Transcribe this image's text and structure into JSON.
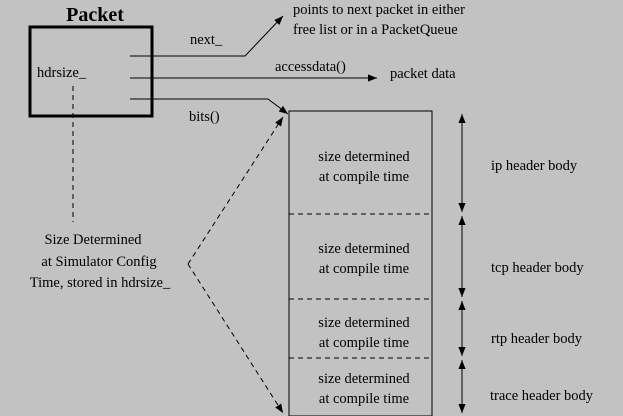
{
  "packet": {
    "title": "Packet",
    "field": "hdrsize_"
  },
  "pointers": {
    "next_label": "next_",
    "next_note_line1": "points to next packet in either",
    "next_note_line2": "free list or in a PacketQueue",
    "accessdata_label": "accessdata()",
    "accessdata_target": "packet data",
    "bits_label": "bits()"
  },
  "config_note": {
    "line1": "Size Determined",
    "line2": "at Simulator Config",
    "line3": "Time, stored in hdrsize_"
  },
  "headers": [
    {
      "line1": "size determined",
      "line2": "at compile time",
      "name": "ip header body"
    },
    {
      "line1": "size determined",
      "line2": "at compile time",
      "name": "tcp header body"
    },
    {
      "line1": "size determined",
      "line2": "at compile time",
      "name": "rtp header body"
    },
    {
      "line1": "size determined",
      "line2": "at compile time",
      "name": "trace header body"
    }
  ]
}
